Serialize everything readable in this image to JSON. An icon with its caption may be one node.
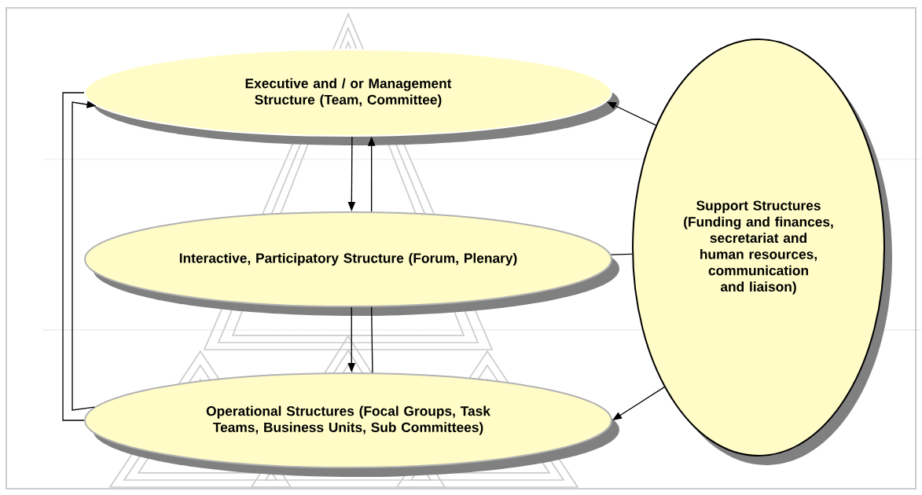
{
  "diagram": {
    "nodes": [
      {
        "text": [
          "Executive and / or Management Structure (Team, Committee)"
        ]
      },
      {
        "text": [
          "Interactive, Participatory Structure (Forum, Plenary)"
        ]
      },
      {
        "text": [
          "Operational Structures (Focal Groups, Task Teams, Business Units, Sub Committees)"
        ]
      },
      {
        "text": [
          "Support Structures (Funding and finances, secretariat and human resources, communication and liaison)"
        ]
      }
    ],
    "edges": [
      {
        "from": 0,
        "to": 1,
        "arrow": "to"
      },
      {
        "from": 1,
        "to": 0,
        "arrow": "to"
      },
      {
        "from": 1,
        "to": 2,
        "arrow": "to"
      },
      {
        "from": 2,
        "to": 1,
        "arrow": "none"
      },
      {
        "from": 0,
        "to": 2,
        "arrow": "none"
      },
      {
        "from": 2,
        "to": 0,
        "arrow": "to"
      },
      {
        "from": 3,
        "to": 0,
        "arrow": "to"
      },
      {
        "from": 3,
        "to": 1,
        "arrow": "none"
      },
      {
        "from": 3,
        "to": 2,
        "arrow": "to"
      }
    ]
  }
}
